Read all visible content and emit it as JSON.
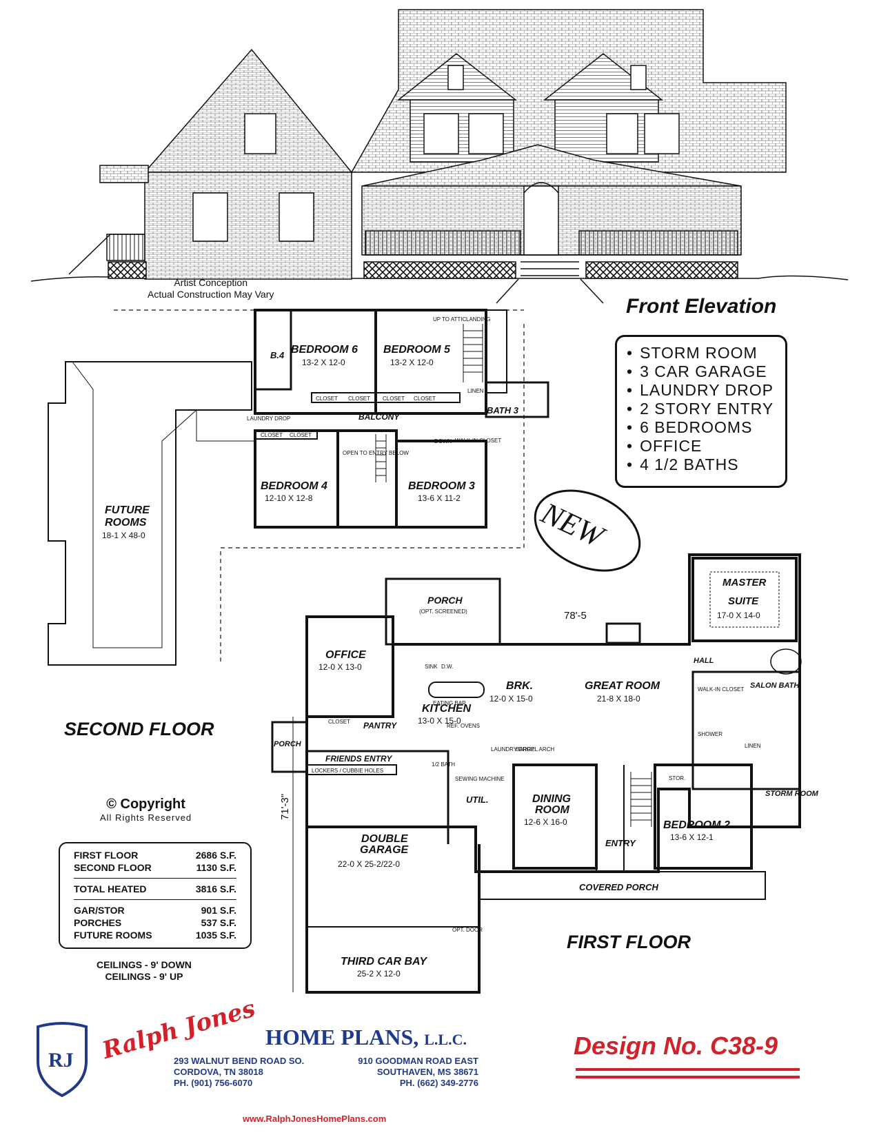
{
  "elevation": {
    "title": "Front Elevation",
    "note_line1": "Artist Conception",
    "note_line2": "Actual Construction May Vary"
  },
  "features": [
    "STORM ROOM",
    "3 CAR GARAGE",
    "LAUNDRY DROP",
    "2 STORY ENTRY",
    "6 BEDROOMS",
    "OFFICE",
    "4 1/2 BATHS"
  ],
  "badge": "NEW",
  "second_floor": {
    "label": "SECOND FLOOR",
    "future_rooms": {
      "name_line1": "FUTURE",
      "name_line2": "ROOMS",
      "dim": "18-1 X 48-0"
    },
    "bedroom6": {
      "name": "BEDROOM 6",
      "dim": "13-2 X 12-0"
    },
    "bedroom5": {
      "name": "BEDROOM 5",
      "dim": "13-2 X 12-0"
    },
    "bedroom4": {
      "name": "BEDROOM 4",
      "dim": "12-10 X 12-8"
    },
    "bedroom3": {
      "name": "BEDROOM 3",
      "dim": "13-6 X 11-2"
    },
    "b4": "B.4",
    "bath3": "BATH 3",
    "balcony": "BALCONY",
    "closet": "CLOSET",
    "walkin": "WALK-IN CLOSET",
    "open_entry": "OPEN TO ENTRY BELOW",
    "laundry_drop": "LAUNDRY DROP",
    "landing": "LANDING",
    "up_attic": "UP TO ATTIC",
    "down": "DOWN",
    "linen": "LINEN"
  },
  "first_floor": {
    "label": "FIRST FLOOR",
    "width_dim": "78'-5",
    "depth_dim": "71'-3\"",
    "porch": {
      "name": "PORCH",
      "note": "(OPT. SCREENED)"
    },
    "office": {
      "name": "OFFICE",
      "dim": "12-0 X 13-0"
    },
    "kitchen": {
      "name": "KITCHEN",
      "dim": "13-0 X 15-0"
    },
    "brk": {
      "name": "BRK.",
      "dim": "12-0 X 15-0"
    },
    "great_room": {
      "name": "GREAT ROOM",
      "dim": "21-8 X 18-0"
    },
    "master": {
      "name_line1": "MASTER",
      "name_line2": "SUITE",
      "dim": "17-0 X 14-0"
    },
    "dining": {
      "name_line1": "DINING",
      "name_line2": "ROOM",
      "dim": "12-6 X 16-0"
    },
    "bedroom2": {
      "name": "BEDROOM 2",
      "dim": "13-6 X 12-1"
    },
    "garage": {
      "name_line1": "DOUBLE",
      "name_line2": "GARAGE",
      "dim": "22-0 X 25-2/22-0"
    },
    "third_bay": {
      "name": "THIRD CAR BAY",
      "dim": "25-2 X 12-0"
    },
    "covered_porch": "COVERED PORCH",
    "entry": "ENTRY",
    "pantry": "PANTRY",
    "friends_entry": "FRIENDS ENTRY",
    "lockers": "LOCKERS / CUBBIE HOLES",
    "porch_side": "PORCH",
    "util": "UTIL.",
    "half_bath": "1/2 BATH",
    "hall": "HALL",
    "salon_bath": "SALON BATH",
    "walkin": "WALK-IN CLOSET",
    "shower": "SHOWER",
    "storm_room": "STORM ROOM",
    "eating_bar": "EATING BAR",
    "sink": "SINK",
    "dw": "D.W.",
    "ovens": "OVENS",
    "ref": "REF.",
    "sewing": "SEWING MACHINE",
    "laundry_drop": "LAUNDRY DROP",
    "barrel_arch": "BARREL ARCH",
    "stor": "STOR.",
    "closet": "CLOSET",
    "linen": "LINEN",
    "opt_door": "OPT. DOOR"
  },
  "sqft": {
    "rows_top": [
      [
        "FIRST FLOOR",
        "2686 S.F."
      ],
      [
        "SECOND FLOOR",
        "1130 S.F."
      ]
    ],
    "total": [
      "TOTAL HEATED",
      "3816 S.F."
    ],
    "rows_bottom": [
      [
        "GAR/STOR",
        "901 S.F."
      ],
      [
        "PORCHES",
        "537 S.F."
      ],
      [
        "FUTURE ROOMS",
        "1035 S.F."
      ]
    ]
  },
  "ceilings": {
    "line1": "CEILINGS - 9' DOWN",
    "line2": "CEILINGS - 9' UP"
  },
  "copyright": {
    "line1": "© Copyright",
    "line2": "All Rights Reserved"
  },
  "company": {
    "script": "Ralph Jones",
    "monogram": "RJ",
    "name": "HOME PLANS,",
    "suffix": "L.L.C.",
    "addr1": [
      "293 WALNUT BEND ROAD SO.",
      "CORDOVA, TN 38018",
      "PH. (901) 756-6070"
    ],
    "addr2": [
      "910 GOODMAN ROAD EAST",
      "SOUTHAVEN, MS 38671",
      "PH. (662) 349-2776"
    ],
    "web": "www.RalphJonesHomePlans.com"
  },
  "design": "Design No. C38-9",
  "colors": {
    "brand_red": "#d3212a",
    "brand_blue": "#1f3a8a"
  }
}
